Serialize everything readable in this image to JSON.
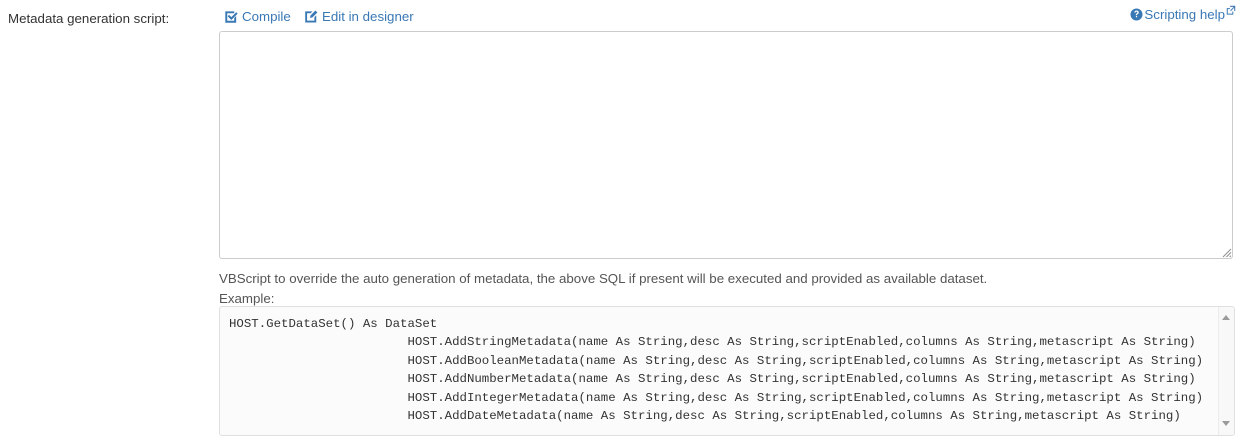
{
  "field": {
    "label": "Metadata generation script:"
  },
  "actions": {
    "compile": {
      "label": "Compile",
      "icon": "checkbox-checked-icon"
    },
    "edit_in_designer": {
      "label": "Edit in designer",
      "icon": "pencil-square-icon"
    },
    "scripting_help": {
      "label": "Scripting help",
      "icon": "question-circle-icon",
      "external_icon": "external-link-icon"
    }
  },
  "script_editor": {
    "value": "",
    "placeholder": ""
  },
  "description": {
    "help_text": "VBScript to override the auto generation of metadata, the above SQL if present will be executed and provided as available dataset.",
    "example_label": "Example:"
  },
  "example_code": {
    "lines": [
      "HOST.GetDataSet() As DataSet",
      "                        HOST.AddStringMetadata(name As String,desc As String,scriptEnabled,columns As String,metascript As String)",
      "                        HOST.AddBooleanMetadata(name As String,desc As String,scriptEnabled,columns As String,metascript As String)",
      "                        HOST.AddNumberMetadata(name As String,desc As String,scriptEnabled,columns As String,metascript As String)",
      "                        HOST.AddIntegerMetadata(name As String,desc As String,scriptEnabled,columns As String,metascript As String)",
      "                        HOST.AddDateMetadata(name As String,desc As String,scriptEnabled,columns As String,metascript As String)"
    ]
  },
  "colors": {
    "link": "#3a78b5",
    "text": "#333333",
    "muted": "#555555",
    "border": "#cccccc",
    "code_bg": "#fbfbfb"
  }
}
